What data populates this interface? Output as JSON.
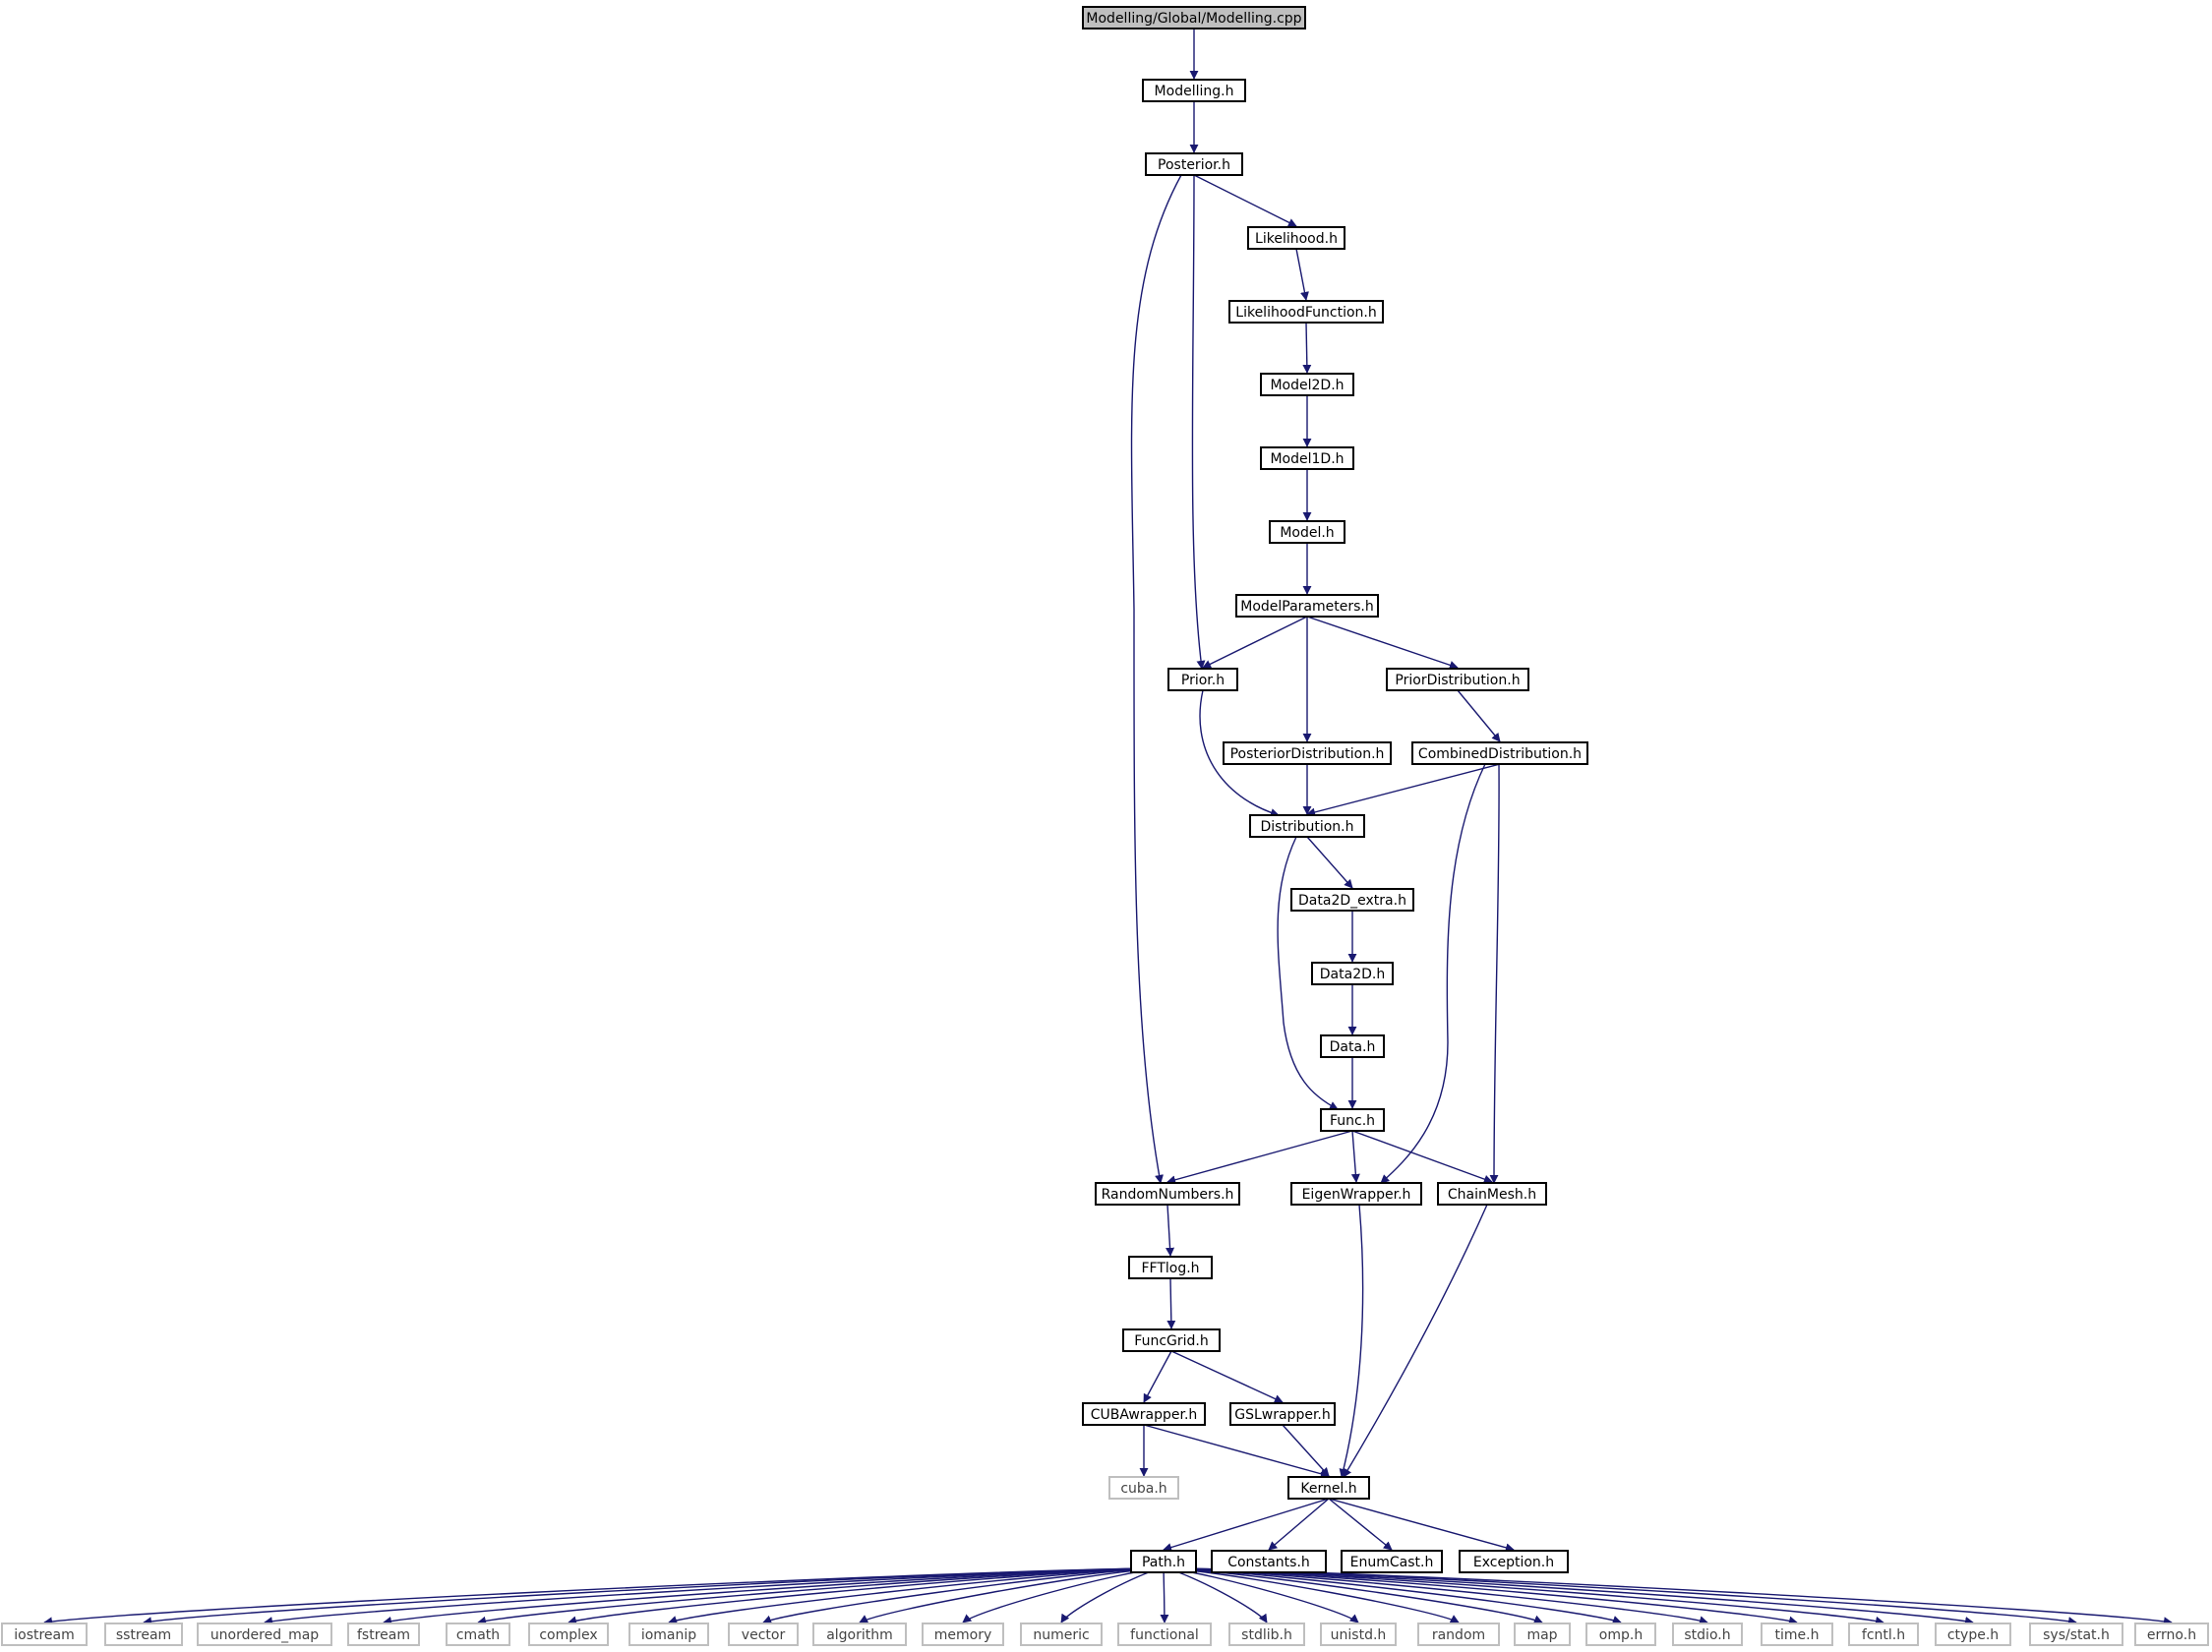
{
  "diagram": {
    "root": "Modelling/Global/Modelling.cpp",
    "colors": {
      "edge": "#191970",
      "root_fill": "#bfbfbf",
      "node_fill": "#ffffff",
      "node_border": "#000000",
      "external_border": "#bfbfbf",
      "text": "#000000",
      "external_text": "#444444"
    },
    "nodes": [
      {
        "id": "modelling_cpp",
        "label": "Modelling/Global/Modelling.cpp",
        "kind": "root"
      },
      {
        "id": "modelling_h",
        "label": "Modelling.h",
        "kind": "header"
      },
      {
        "id": "posterior_h",
        "label": "Posterior.h",
        "kind": "header"
      },
      {
        "id": "likelihood_h",
        "label": "Likelihood.h",
        "kind": "header"
      },
      {
        "id": "likelihoodfunction_h",
        "label": "LikelihoodFunction.h",
        "kind": "header"
      },
      {
        "id": "model2d_h",
        "label": "Model2D.h",
        "kind": "header"
      },
      {
        "id": "model1d_h",
        "label": "Model1D.h",
        "kind": "header"
      },
      {
        "id": "model_h",
        "label": "Model.h",
        "kind": "header"
      },
      {
        "id": "modelparameters_h",
        "label": "ModelParameters.h",
        "kind": "header"
      },
      {
        "id": "prior_h",
        "label": "Prior.h",
        "kind": "header"
      },
      {
        "id": "priordistribution_h",
        "label": "PriorDistribution.h",
        "kind": "header"
      },
      {
        "id": "posteriordistribution_h",
        "label": "PosteriorDistribution.h",
        "kind": "header"
      },
      {
        "id": "combineddistribution_h",
        "label": "CombinedDistribution.h",
        "kind": "header"
      },
      {
        "id": "distribution_h",
        "label": "Distribution.h",
        "kind": "header"
      },
      {
        "id": "data2d_extra_h",
        "label": "Data2D_extra.h",
        "kind": "header"
      },
      {
        "id": "data2d_h",
        "label": "Data2D.h",
        "kind": "header"
      },
      {
        "id": "data_h",
        "label": "Data.h",
        "kind": "header"
      },
      {
        "id": "func_h",
        "label": "Func.h",
        "kind": "header"
      },
      {
        "id": "randomnumbers_h",
        "label": "RandomNumbers.h",
        "kind": "header"
      },
      {
        "id": "eigenwrapper_h",
        "label": "EigenWrapper.h",
        "kind": "header"
      },
      {
        "id": "chainmesh_h",
        "label": "ChainMesh.h",
        "kind": "header"
      },
      {
        "id": "fftlog_h",
        "label": "FFTlog.h",
        "kind": "header"
      },
      {
        "id": "funcgrid_h",
        "label": "FuncGrid.h",
        "kind": "header"
      },
      {
        "id": "cubawrapper_h",
        "label": "CUBAwrapper.h",
        "kind": "header"
      },
      {
        "id": "gslwrapper_h",
        "label": "GSLwrapper.h",
        "kind": "header"
      },
      {
        "id": "cuba_h",
        "label": "cuba.h",
        "kind": "external"
      },
      {
        "id": "kernel_h",
        "label": "Kernel.h",
        "kind": "header"
      },
      {
        "id": "path_h",
        "label": "Path.h",
        "kind": "header"
      },
      {
        "id": "constants_h",
        "label": "Constants.h",
        "kind": "header"
      },
      {
        "id": "enumcast_h",
        "label": "EnumCast.h",
        "kind": "header"
      },
      {
        "id": "exception_h",
        "label": "Exception.h",
        "kind": "header"
      },
      {
        "id": "iostream",
        "label": "iostream",
        "kind": "external"
      },
      {
        "id": "sstream",
        "label": "sstream",
        "kind": "external"
      },
      {
        "id": "unordered_map",
        "label": "unordered_map",
        "kind": "external"
      },
      {
        "id": "fstream",
        "label": "fstream",
        "kind": "external"
      },
      {
        "id": "cmath",
        "label": "cmath",
        "kind": "external"
      },
      {
        "id": "complex",
        "label": "complex",
        "kind": "external"
      },
      {
        "id": "iomanip",
        "label": "iomanip",
        "kind": "external"
      },
      {
        "id": "vector",
        "label": "vector",
        "kind": "external"
      },
      {
        "id": "algorithm",
        "label": "algorithm",
        "kind": "external"
      },
      {
        "id": "memory",
        "label": "memory",
        "kind": "external"
      },
      {
        "id": "numeric",
        "label": "numeric",
        "kind": "external"
      },
      {
        "id": "functional",
        "label": "functional",
        "kind": "external"
      },
      {
        "id": "stdlib_h",
        "label": "stdlib.h",
        "kind": "external"
      },
      {
        "id": "unistd_h",
        "label": "unistd.h",
        "kind": "external"
      },
      {
        "id": "random",
        "label": "random",
        "kind": "external"
      },
      {
        "id": "map",
        "label": "map",
        "kind": "external"
      },
      {
        "id": "omp_h",
        "label": "omp.h",
        "kind": "external"
      },
      {
        "id": "stdio_h",
        "label": "stdio.h",
        "kind": "external"
      },
      {
        "id": "time_h",
        "label": "time.h",
        "kind": "external"
      },
      {
        "id": "fcntl_h",
        "label": "fcntl.h",
        "kind": "external"
      },
      {
        "id": "ctype_h",
        "label": "ctype.h",
        "kind": "external"
      },
      {
        "id": "sys_stat_h",
        "label": "sys/stat.h",
        "kind": "external"
      },
      {
        "id": "errno_h",
        "label": "errno.h",
        "kind": "external"
      }
    ],
    "edges": [
      [
        "modelling_cpp",
        "modelling_h"
      ],
      [
        "modelling_h",
        "posterior_h"
      ],
      [
        "posterior_h",
        "likelihood_h"
      ],
      [
        "posterior_h",
        "prior_h"
      ],
      [
        "posterior_h",
        "randomnumbers_h"
      ],
      [
        "likelihood_h",
        "likelihoodfunction_h"
      ],
      [
        "likelihoodfunction_h",
        "model2d_h"
      ],
      [
        "model2d_h",
        "model1d_h"
      ],
      [
        "model1d_h",
        "model_h"
      ],
      [
        "model_h",
        "modelparameters_h"
      ],
      [
        "modelparameters_h",
        "prior_h"
      ],
      [
        "modelparameters_h",
        "posteriordistribution_h"
      ],
      [
        "modelparameters_h",
        "priordistribution_h"
      ],
      [
        "priordistribution_h",
        "combineddistribution_h"
      ],
      [
        "prior_h",
        "distribution_h"
      ],
      [
        "posteriordistribution_h",
        "distribution_h"
      ],
      [
        "combineddistribution_h",
        "distribution_h"
      ],
      [
        "combineddistribution_h",
        "eigenwrapper_h"
      ],
      [
        "combineddistribution_h",
        "chainmesh_h"
      ],
      [
        "distribution_h",
        "data2d_extra_h"
      ],
      [
        "distribution_h",
        "func_h"
      ],
      [
        "data2d_extra_h",
        "data2d_h"
      ],
      [
        "data2d_h",
        "data_h"
      ],
      [
        "data_h",
        "func_h"
      ],
      [
        "func_h",
        "randomnumbers_h"
      ],
      [
        "func_h",
        "eigenwrapper_h"
      ],
      [
        "func_h",
        "chainmesh_h"
      ],
      [
        "randomnumbers_h",
        "fftlog_h"
      ],
      [
        "fftlog_h",
        "funcgrid_h"
      ],
      [
        "funcgrid_h",
        "cubawrapper_h"
      ],
      [
        "funcgrid_h",
        "gslwrapper_h"
      ],
      [
        "cubawrapper_h",
        "cuba_h"
      ],
      [
        "cubawrapper_h",
        "kernel_h"
      ],
      [
        "gslwrapper_h",
        "kernel_h"
      ],
      [
        "eigenwrapper_h",
        "kernel_h"
      ],
      [
        "chainmesh_h",
        "kernel_h"
      ],
      [
        "kernel_h",
        "path_h"
      ],
      [
        "kernel_h",
        "constants_h"
      ],
      [
        "kernel_h",
        "enumcast_h"
      ],
      [
        "kernel_h",
        "exception_h"
      ],
      [
        "path_h",
        "iostream"
      ],
      [
        "path_h",
        "sstream"
      ],
      [
        "path_h",
        "unordered_map"
      ],
      [
        "path_h",
        "fstream"
      ],
      [
        "path_h",
        "cmath"
      ],
      [
        "path_h",
        "complex"
      ],
      [
        "path_h",
        "iomanip"
      ],
      [
        "path_h",
        "vector"
      ],
      [
        "path_h",
        "algorithm"
      ],
      [
        "path_h",
        "memory"
      ],
      [
        "path_h",
        "numeric"
      ],
      [
        "path_h",
        "functional"
      ],
      [
        "path_h",
        "stdlib_h"
      ],
      [
        "path_h",
        "unistd_h"
      ],
      [
        "path_h",
        "random"
      ],
      [
        "path_h",
        "map"
      ],
      [
        "path_h",
        "omp_h"
      ],
      [
        "path_h",
        "stdio_h"
      ],
      [
        "path_h",
        "time_h"
      ],
      [
        "path_h",
        "fcntl_h"
      ],
      [
        "path_h",
        "ctype_h"
      ],
      [
        "path_h",
        "sys_stat_h"
      ],
      [
        "path_h",
        "errno_h"
      ]
    ]
  }
}
